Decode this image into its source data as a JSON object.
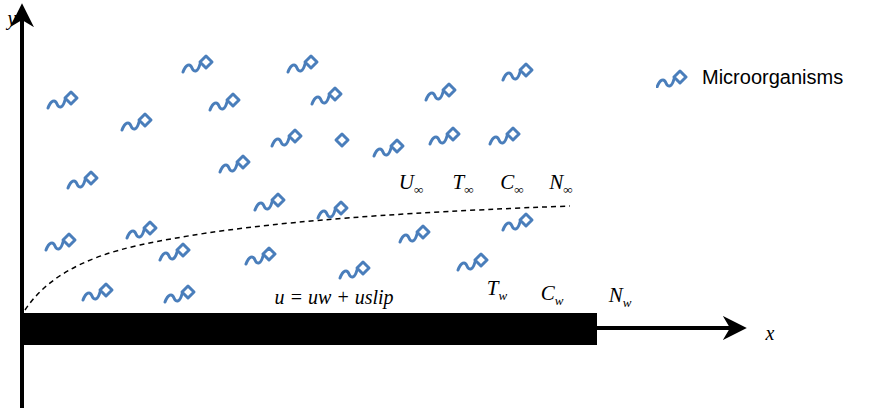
{
  "diagram": {
    "labels": [
      "y",
      "x",
      "U∞",
      "T∞",
      "C∞",
      "N∞",
      "u = uw + uslip",
      "Tw",
      "Cw",
      "Nw"
    ],
    "legend": [
      {
        "text": "Microorganisms"
      }
    ]
  }
}
